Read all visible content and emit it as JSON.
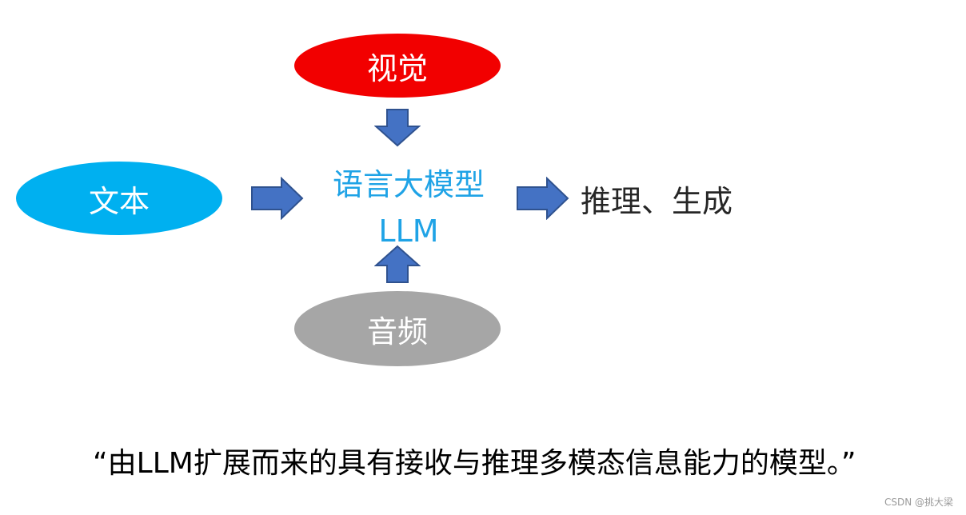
{
  "nodes": {
    "vision": {
      "label": "视觉",
      "color": "#f20000"
    },
    "text": {
      "label": "文本",
      "color": "#00b0f0"
    },
    "audio": {
      "label": "音频",
      "color": "#a6a6a6"
    }
  },
  "center": {
    "line1": "语言大模型",
    "line2": "LLM",
    "color": "#1fa3e6"
  },
  "output": {
    "label": "推理、生成"
  },
  "arrows": {
    "fill": "#4472c4",
    "stroke": "#2f528f"
  },
  "definition": "“由LLM扩展而来的具有接收与推理多模态信息能力的模型。”",
  "watermark": "CSDN @挑大梁"
}
